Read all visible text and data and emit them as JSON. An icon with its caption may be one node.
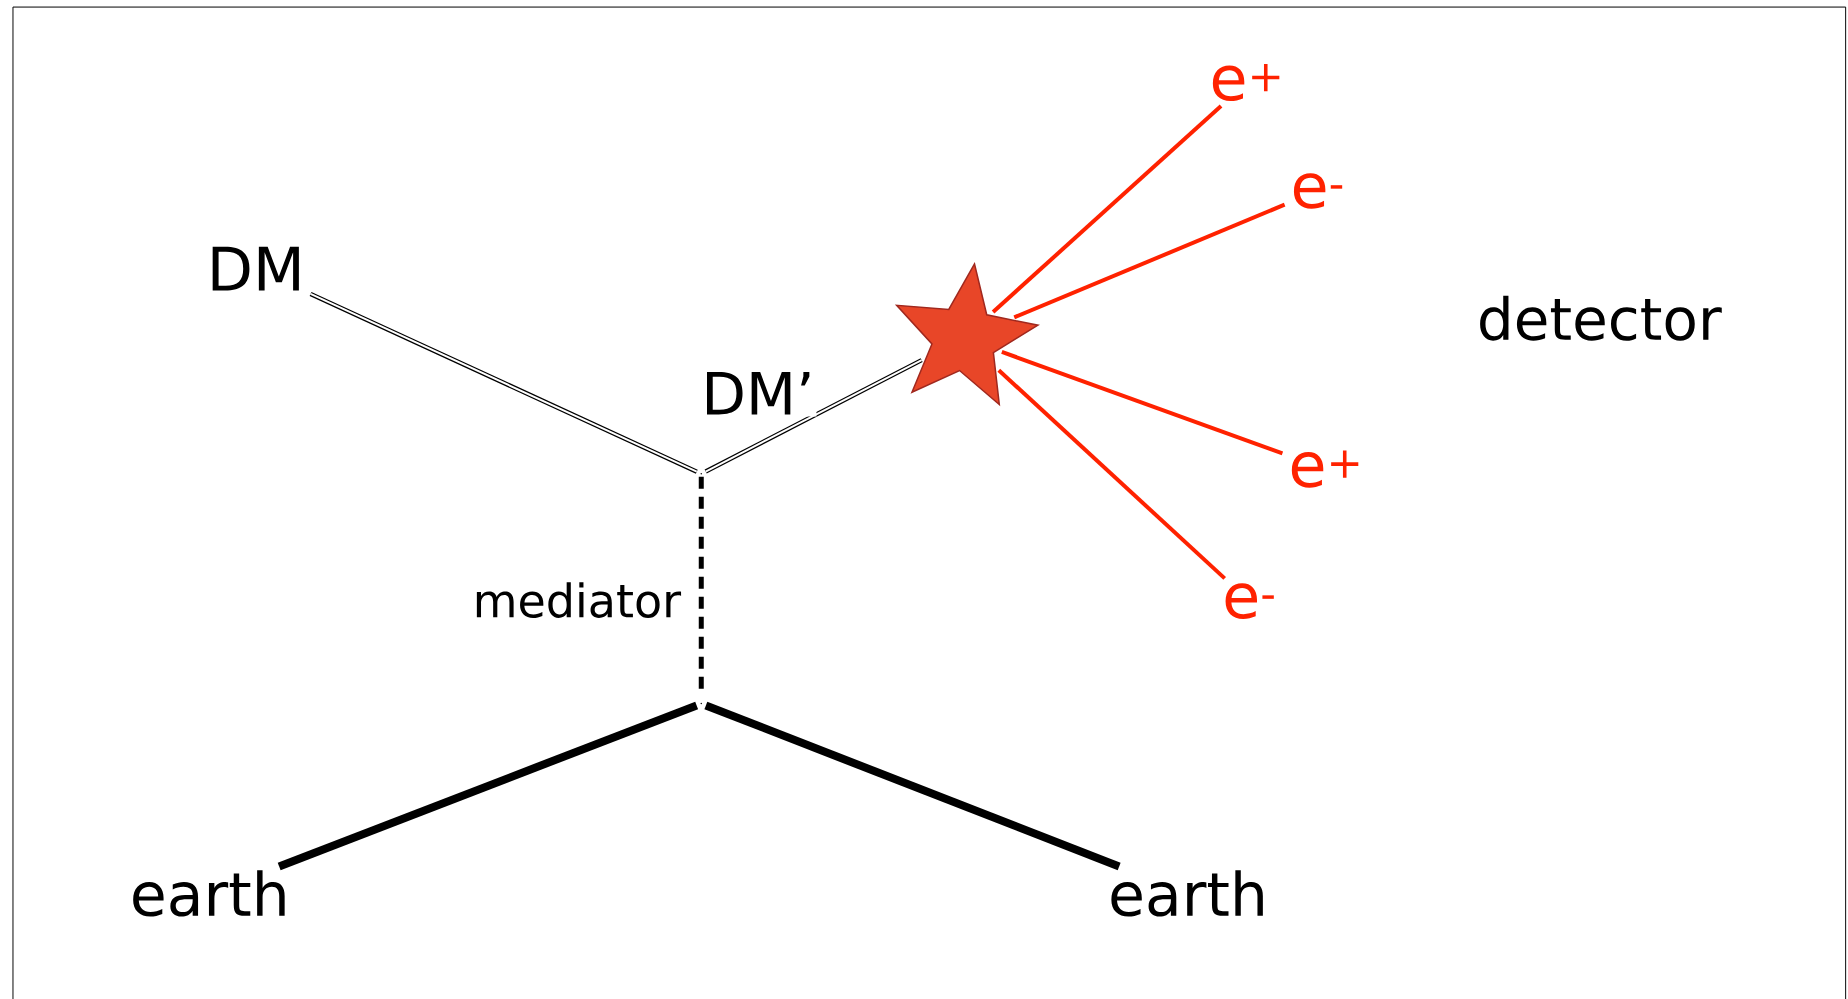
{
  "diagram": {
    "nodes": [
      {
        "text": [
          "DM"
        ]
      },
      {
        "text": [],
        "shape": "point"
      },
      {
        "text": [],
        "shape": "star"
      },
      {
        "text": [],
        "shape": "point"
      },
      {
        "text": [
          "earth"
        ]
      },
      {
        "text": [
          "earth"
        ]
      },
      {
        "text": [
          "e$^{+}$"
        ]
      },
      {
        "text": [
          "e$^{-}$"
        ]
      },
      {
        "text": [
          "e$^{+}$"
        ]
      },
      {
        "text": [
          "e$^{-}$"
        ]
      }
    ],
    "edges": [
      {
        "from": 0,
        "to": 1,
        "arrow": "none"
      },
      {
        "from": 1,
        "to": 2,
        "arrow": "none",
        "label": "DM’"
      },
      {
        "from": 1,
        "to": 3,
        "arrow": "none",
        "style": "dashed",
        "label": "mediator"
      },
      {
        "from": 4,
        "to": 3,
        "arrow": "none",
        "style": "thick"
      },
      {
        "from": 3,
        "to": 5,
        "arrow": "none",
        "style": "thick"
      },
      {
        "from": 2,
        "to": 6,
        "arrow": "none",
        "color": "#ff2200"
      },
      {
        "from": 2,
        "to": 7,
        "arrow": "none",
        "color": "#ff2200"
      },
      {
        "from": 2,
        "to": 8,
        "arrow": "none",
        "color": "#ff2200"
      },
      {
        "from": 2,
        "to": 9,
        "arrow": "none",
        "color": "#ff2200"
      }
    ],
    "labels": [
      "detector"
    ]
  }
}
